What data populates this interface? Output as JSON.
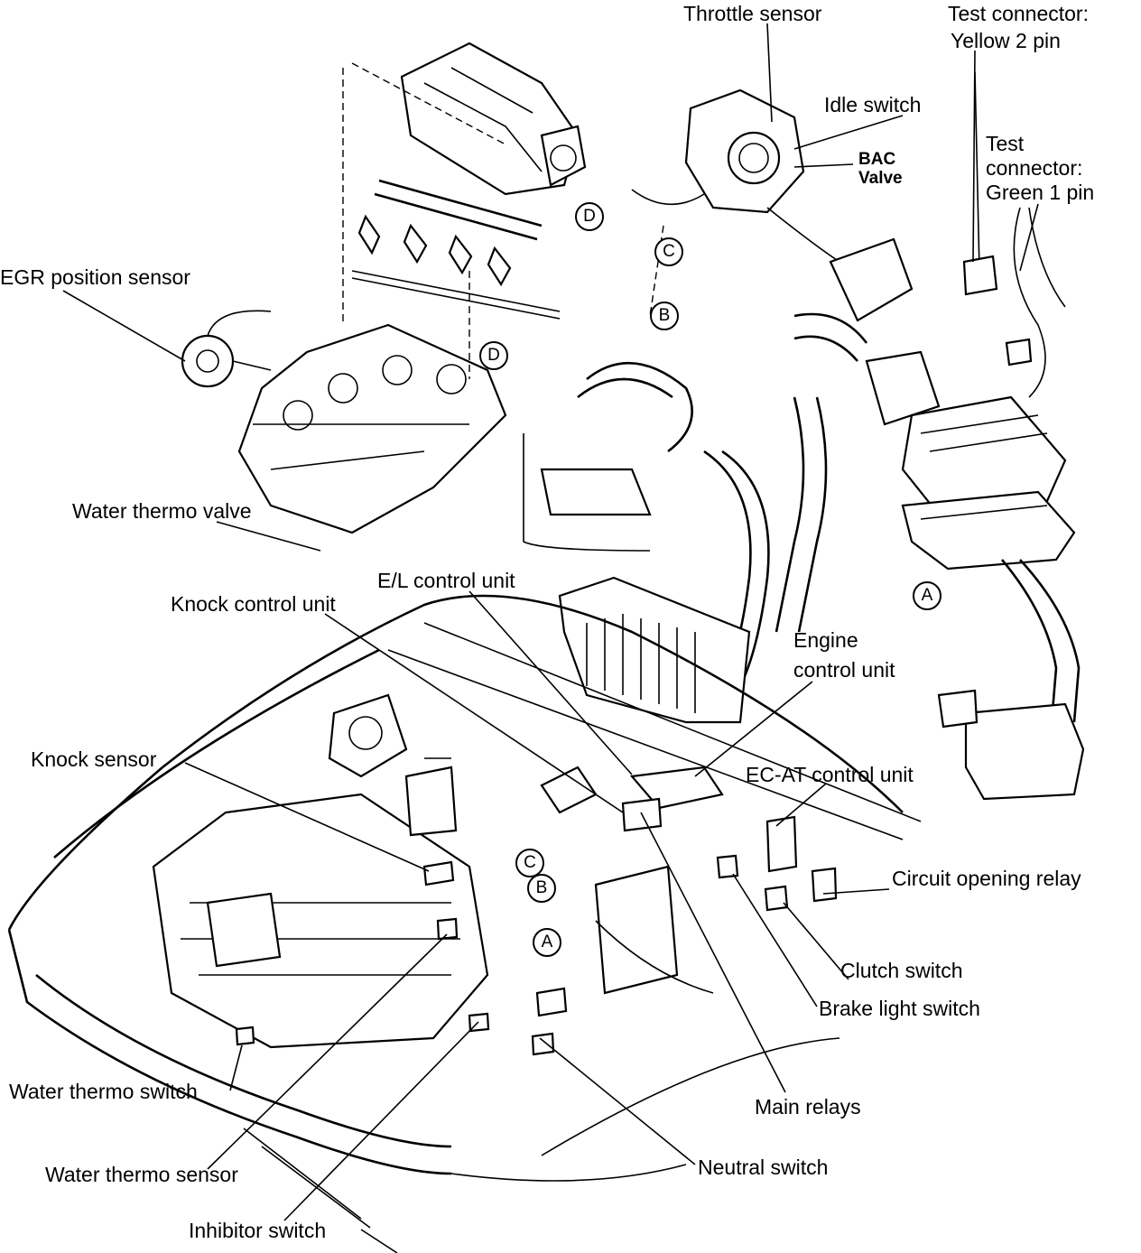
{
  "labels": {
    "throttle_sensor": "Throttle sensor",
    "test_connector_yellow_l1": "Test connector:",
    "test_connector_yellow_l2": "Yellow 2 pin",
    "idle_switch": "Idle switch",
    "bac_valve_l1": "BAC",
    "bac_valve_l2": "Valve",
    "test_connector_green_l1": "Test",
    "test_connector_green_l2": "connector:",
    "test_connector_green_l3": "Green 1 pin",
    "egr_position_sensor": "EGR position sensor",
    "water_thermo_valve": "Water thermo valve",
    "el_control_unit": "E/L control unit",
    "knock_control_unit": "Knock control unit",
    "engine_control_unit_l1": "Engine",
    "engine_control_unit_l2": "control unit",
    "knock_sensor": "Knock sensor",
    "ecat_control_unit": "EC-AT control unit",
    "circuit_opening_relay": "Circuit opening relay",
    "clutch_switch": "Clutch switch",
    "brake_light_switch": "Brake light switch",
    "water_thermo_switch": "Water thermo switch",
    "main_relays": "Main relays",
    "neutral_switch": "Neutral switch",
    "water_thermo_sensor": "Water thermo sensor",
    "inhibitor_switch": "Inhibitor switch"
  },
  "callouts": {
    "d_upper": "D",
    "c_upper": "C",
    "b_upper": "B",
    "d_lower": "D",
    "a_right": "A",
    "c_lower": "C",
    "b_lower": "B",
    "a_lower": "A"
  }
}
